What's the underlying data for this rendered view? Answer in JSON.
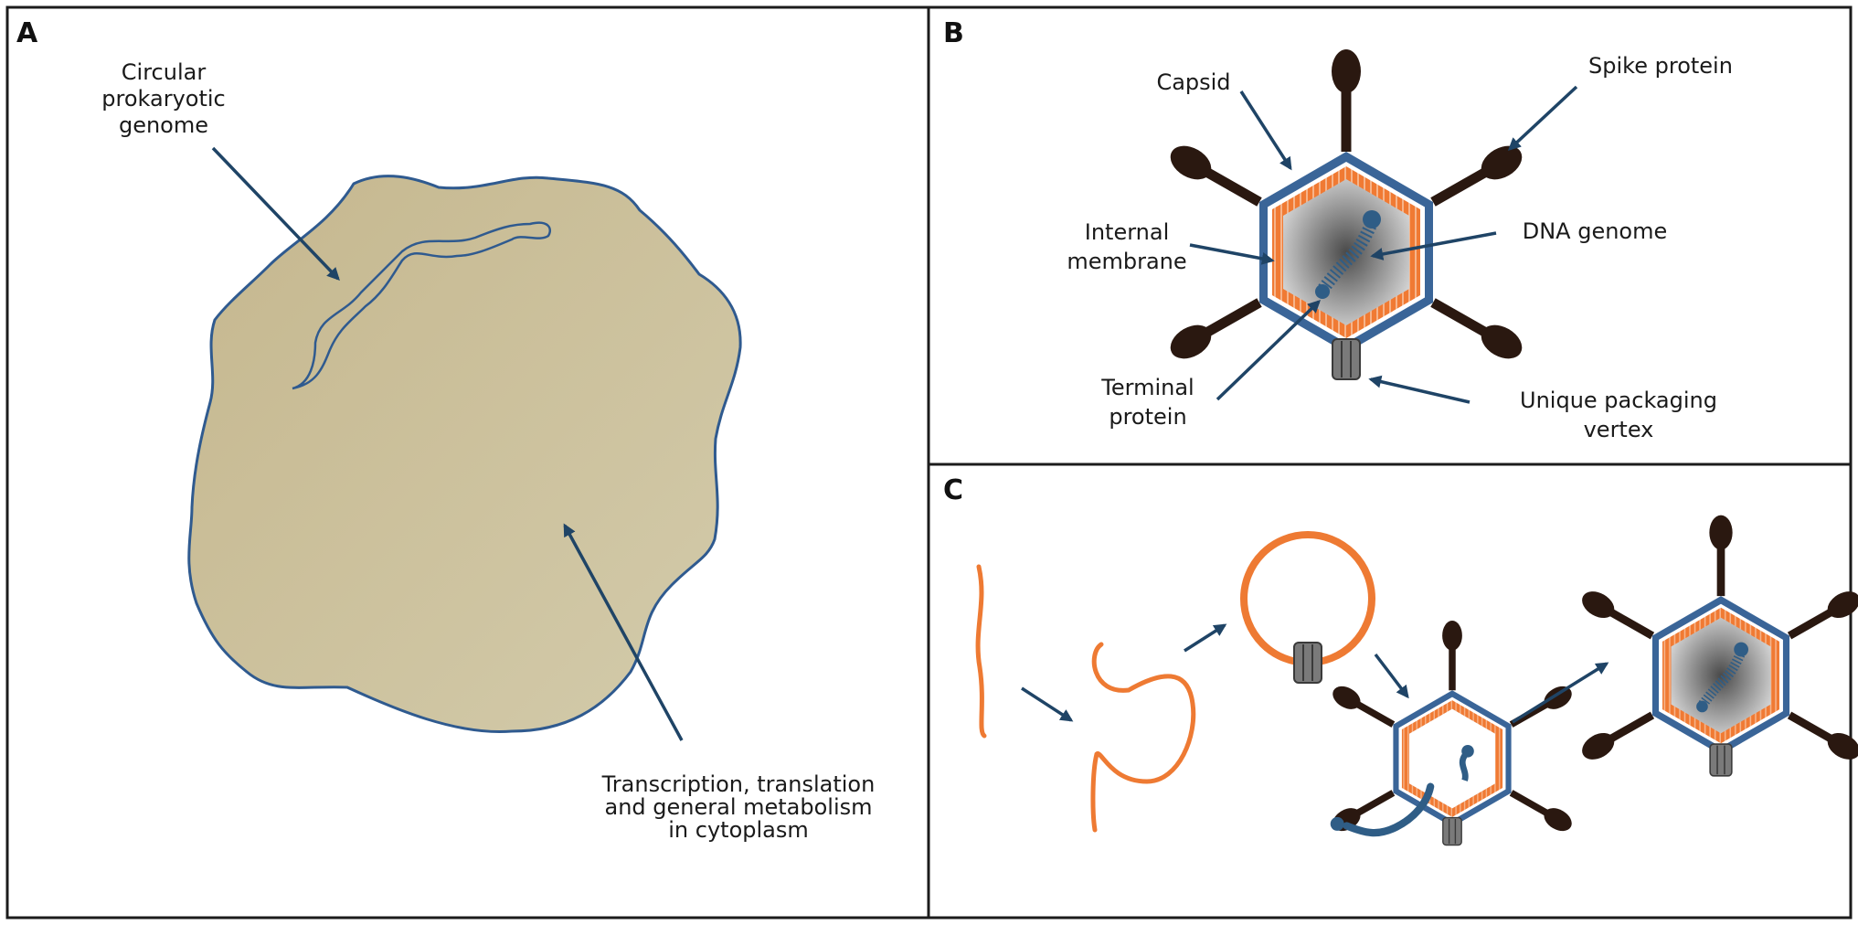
{
  "colors": {
    "panel_border": "#1c1c1c",
    "cell_fill": "#cbbf98",
    "cell_outline": "#2f5a8f",
    "arrow": "#1f4466",
    "capsid_outline": "#3a6598",
    "membrane": "#f07a33",
    "spike": "#2a1810",
    "genome_dna": "#2f5d86",
    "portal": "#7a7a7a",
    "linear_dna": "#ee7a33"
  },
  "panels": {
    "a": {
      "letter": "A",
      "labels": {
        "genome_line1": "Circular",
        "genome_line2": "prokaryotic",
        "genome_line3": "genome",
        "cyto_line1": "Transcription, translation",
        "cyto_line2": "and general metabolism",
        "cyto_line3": "in cytoplasm"
      },
      "icons": {
        "cell": "bacterial-cell-icon",
        "genome": "circular-genome-icon"
      }
    },
    "b": {
      "letter": "B",
      "labels": {
        "capsid": "Capsid",
        "spike": "Spike protein",
        "membrane_line1": "Internal",
        "membrane_line2": "membrane",
        "dna": "DNA genome",
        "terminal_line1": "Terminal",
        "terminal_line2": "protein",
        "vertex_line1": "Unique packaging",
        "vertex_line2": "vertex"
      },
      "icons": {
        "virion": "virion-icon"
      }
    },
    "c": {
      "letter": "C",
      "icons": {
        "linear": "linear-dna-icon",
        "bent": "bent-dna-icon",
        "ring": "membrane-vesicle-icon",
        "procapsid": "procapsid-icon",
        "mature": "mature-virion-icon"
      }
    }
  }
}
